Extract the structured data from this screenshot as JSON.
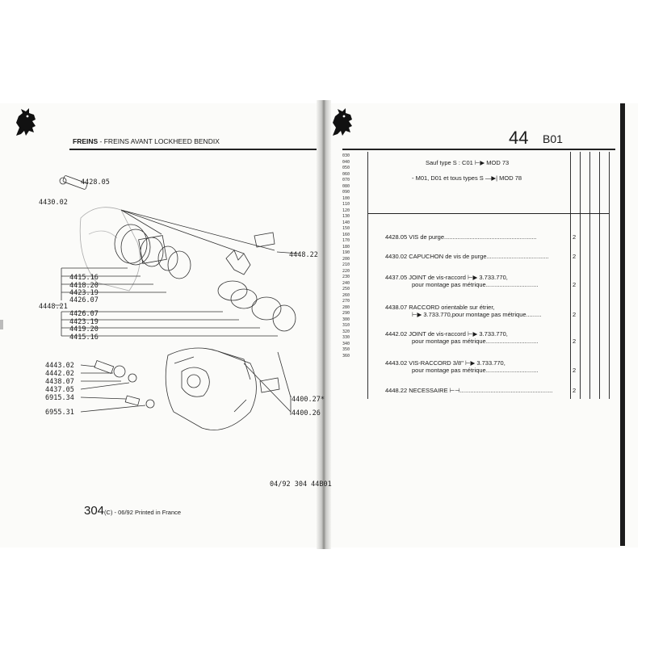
{
  "left_page": {
    "header": {
      "brand": "FREINS",
      "title": "- FREINS AVANT LOCKHEED BENDIX"
    },
    "callouts": [
      {
        "key": "c1",
        "label": "4428.05"
      },
      {
        "key": "c2",
        "label": "4430.02"
      },
      {
        "key": "c3",
        "label": "4448.22"
      },
      {
        "key": "c4",
        "label": "4415.16"
      },
      {
        "key": "c5",
        "label": "4418.20"
      },
      {
        "key": "c6",
        "label": "4423.19"
      },
      {
        "key": "c7",
        "label": "4426.07"
      },
      {
        "key": "c8",
        "label": "4448.21"
      },
      {
        "key": "c9",
        "label": "4426.07"
      },
      {
        "key": "c10",
        "label": "4423.19"
      },
      {
        "key": "c11",
        "label": "4419.20"
      },
      {
        "key": "c12",
        "label": "4415.16"
      },
      {
        "key": "c13",
        "label": "4443.02"
      },
      {
        "key": "c14",
        "label": "4442.02"
      },
      {
        "key": "c15",
        "label": "4438.07"
      },
      {
        "key": "c16",
        "label": "4437.05"
      },
      {
        "key": "c17",
        "label": "6915.34"
      },
      {
        "key": "c18",
        "label": "6955.31"
      },
      {
        "key": "c19",
        "label": "4400.27*"
      },
      {
        "key": "c20",
        "label": "4400.26"
      }
    ],
    "doc_code": "04/92 304 44B01",
    "footer": {
      "model": "304",
      "suffix": "(C) - 06/92 Printed in France"
    }
  },
  "right_page": {
    "group": "44",
    "subgroup": "B01",
    "line_numbers": [
      "030",
      "040",
      "050",
      "060",
      "070",
      "080",
      "090",
      "100",
      "110",
      "120",
      "130",
      "140",
      "150",
      "160",
      "170",
      "180",
      "190",
      "200",
      "210",
      "220",
      "230",
      "240",
      "250",
      "260",
      "270",
      "280",
      "290",
      "300",
      "310",
      "320",
      "330",
      "340",
      "350",
      "360"
    ],
    "conditions": [
      "Sauf type S : C01 ⊢▶ MOD 73",
      "- M01, D01 et tous types S —▶| MOD 78"
    ],
    "items": [
      {
        "ref": "4428.05",
        "desc": "VIS de purge.......................................................",
        "desc2": "",
        "qty": "2"
      },
      {
        "ref": "4430.02",
        "desc": "CAPUCHON de vis de purge.....................................",
        "desc2": "",
        "qty": "2"
      },
      {
        "ref": "4437.05",
        "desc": "JOINT de vis-raccord ⊢▶ 3.733.770,",
        "desc2": "pour montage pas métrique...............................",
        "qty": "2"
      },
      {
        "ref": "4438.07",
        "desc": "RACCORD orientable sur étrier,",
        "desc2": "⊢▶ 3.733.770,pour montage pas métrique.........",
        "qty": "2"
      },
      {
        "ref": "4442.02",
        "desc": "JOINT de vis-raccord ⊢▶ 3.733.770,",
        "desc2": "pour montage pas métrique...............................",
        "qty": "2"
      },
      {
        "ref": "4443.02",
        "desc": "VIS-RACCORD 3/8\" ⊢▶ 3.733.770,",
        "desc2": "pour montage pas métrique...............................",
        "qty": "2"
      },
      {
        "ref": "4448.22",
        "desc": "NECESSAIRE ⊢⊣.......................................................",
        "desc2": "",
        "qty": "2"
      }
    ]
  }
}
